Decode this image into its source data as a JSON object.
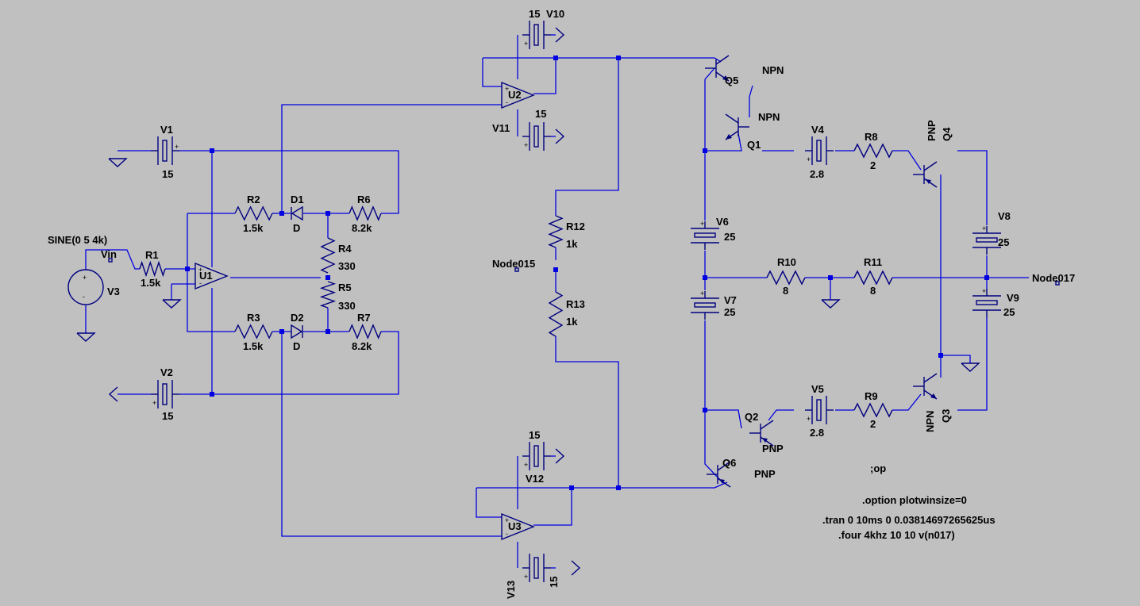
{
  "sources": {
    "v3": {
      "name": "V3",
      "value": "SINE(0 5 4k)"
    }
  },
  "supplies": {
    "v1": {
      "name": "V1",
      "value": "15"
    },
    "v2": {
      "name": "V2",
      "value": "15"
    },
    "v10": {
      "name": "V10",
      "value": "15"
    },
    "v11": {
      "name": "V11",
      "value": "15"
    },
    "v12": {
      "name": "V12",
      "value": "15"
    },
    "v13": {
      "name": "V13",
      "value": "15"
    },
    "v4": {
      "name": "V4",
      "value": "2.8"
    },
    "v5": {
      "name": "V5",
      "value": "2.8"
    },
    "v6": {
      "name": "V6",
      "value": "25"
    },
    "v7": {
      "name": "V7",
      "value": "25"
    },
    "v8": {
      "name": "V8",
      "value": "25"
    },
    "v9": {
      "name": "V9",
      "value": "25"
    }
  },
  "resistors": {
    "r1": {
      "name": "R1",
      "value": "1.5k"
    },
    "r2": {
      "name": "R2",
      "value": "1.5k"
    },
    "r3": {
      "name": "R3",
      "value": "1.5k"
    },
    "r4": {
      "name": "R4",
      "value": "330"
    },
    "r5": {
      "name": "R5",
      "value": "330"
    },
    "r6": {
      "name": "R6",
      "value": "8.2k"
    },
    "r7": {
      "name": "R7",
      "value": "8.2k"
    },
    "r8": {
      "name": "R8",
      "value": "2"
    },
    "r9": {
      "name": "R9",
      "value": "2"
    },
    "r10": {
      "name": "R10",
      "value": "8"
    },
    "r11": {
      "name": "R11",
      "value": "8"
    },
    "r12": {
      "name": "R12",
      "value": "1k"
    },
    "r13": {
      "name": "R13",
      "value": "1k"
    }
  },
  "diodes": {
    "d1": {
      "name": "D1",
      "value": "D"
    },
    "d2": {
      "name": "D2",
      "value": "D"
    }
  },
  "opamps": {
    "u1": "U1",
    "u2": "U2",
    "u3": "U3"
  },
  "transistors": {
    "q1": {
      "name": "Q1",
      "type": "NPN"
    },
    "q2": {
      "name": "Q2",
      "type": "PNP"
    },
    "q3": {
      "name": "Q3",
      "type": "NPN"
    },
    "q4": {
      "name": "Q4",
      "type": "PNP"
    },
    "q5": {
      "name": "Q5",
      "type": "NPN"
    },
    "q6": {
      "name": "Q6",
      "type": "PNP"
    }
  },
  "nets": {
    "vin": "Vin",
    "node015": "Node015",
    "node017": "Node017"
  },
  "directives": {
    "op": ";op",
    "option": ".option plotwinsize=0",
    "tran": ".tran 0 10ms 0 0.03814697265625us",
    "four": ".four 4khz 10 10 v(n017)"
  },
  "polarity_mark": "+",
  "colors": {
    "background": "#c0c0c0",
    "wire": "#0000e0",
    "component": "#000080",
    "text": "#000000"
  }
}
